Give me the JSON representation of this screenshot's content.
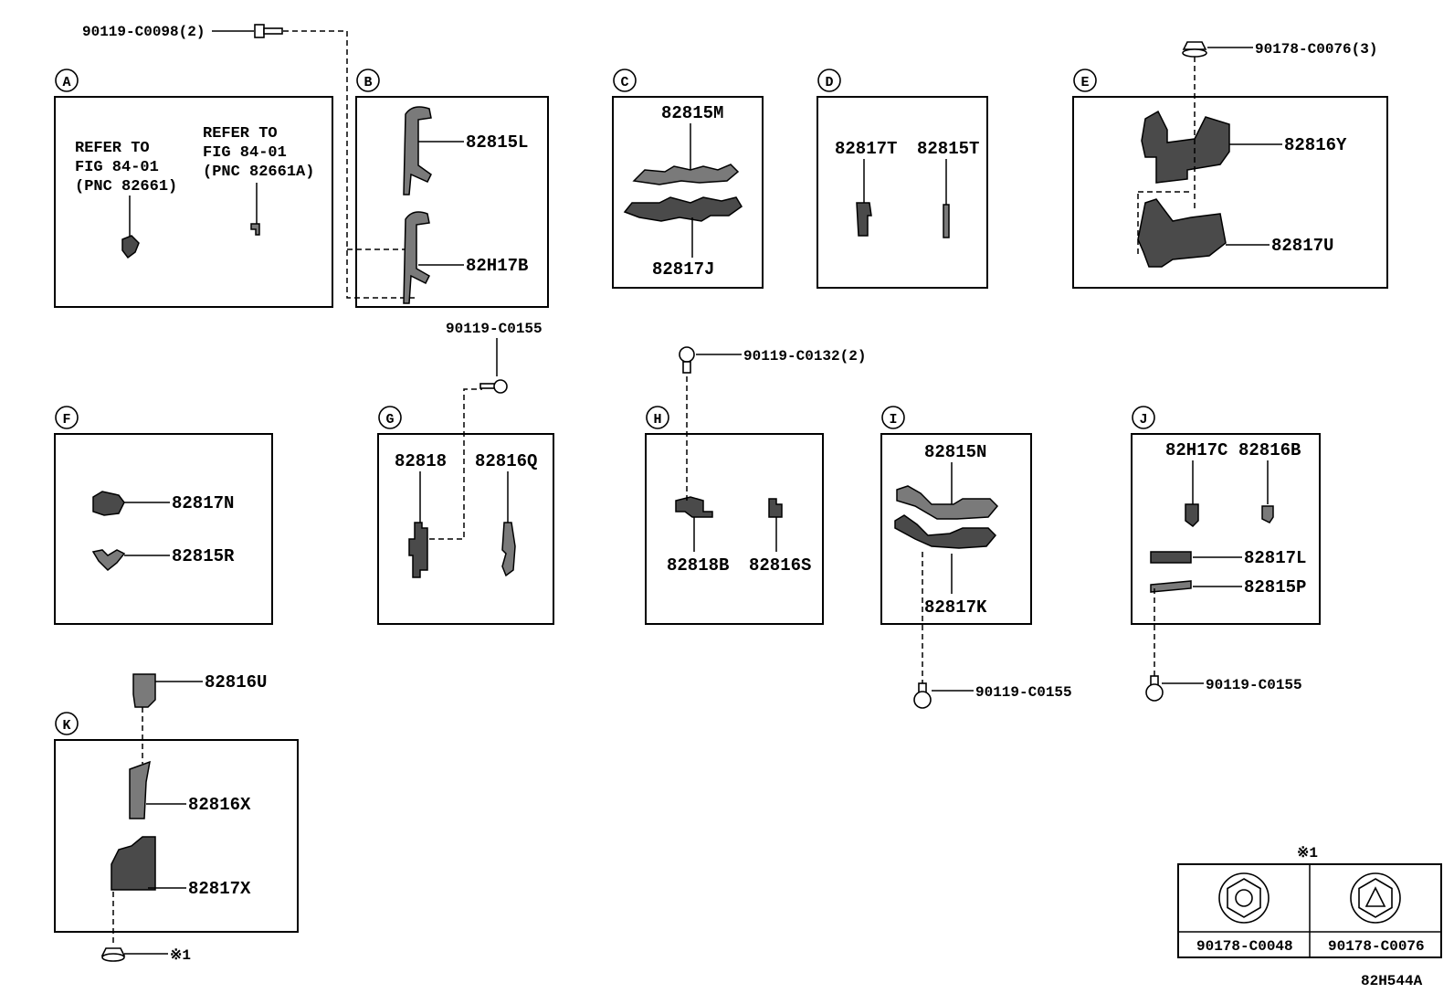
{
  "diagram_id": "82H544A",
  "sections": [
    {
      "letter": "A",
      "refs": [
        {
          "lines": [
            "REFER TO",
            "FIG 84-01",
            "(PNC 82661)"
          ]
        },
        {
          "lines": [
            "REFER TO",
            "FIG 84-01",
            "(PNC 82661A)"
          ]
        }
      ]
    },
    {
      "letter": "B",
      "parts": [
        "82815L",
        "82H17B"
      ]
    },
    {
      "letter": "C",
      "parts": [
        "82815M",
        "82817J"
      ]
    },
    {
      "letter": "D",
      "parts": [
        "82817T",
        "82815T"
      ]
    },
    {
      "letter": "E",
      "parts": [
        "82816Y",
        "82817U"
      ]
    },
    {
      "letter": "F",
      "parts": [
        "82817N",
        "82815R"
      ]
    },
    {
      "letter": "G",
      "parts": [
        "82818",
        "82816Q"
      ]
    },
    {
      "letter": "H",
      "parts": [
        "82818B",
        "82816S"
      ]
    },
    {
      "letter": "I",
      "parts": [
        "82815N",
        "82817K"
      ]
    },
    {
      "letter": "J",
      "parts": [
        "82H17C",
        "82816B",
        "82817L",
        "82815P"
      ]
    },
    {
      "letter": "K",
      "parts": [
        "82816U",
        "82816X",
        "82817X"
      ]
    }
  ],
  "fasteners": [
    "90119-C0098(2)",
    "90178-C0076(3)",
    "90119-C0155",
    "90119-C0132(2)",
    "90119-C0155",
    "90119-C0155",
    "※1"
  ],
  "legend": {
    "mark": "※1",
    "items": [
      "90178-C0048",
      "90178-C0076"
    ]
  }
}
